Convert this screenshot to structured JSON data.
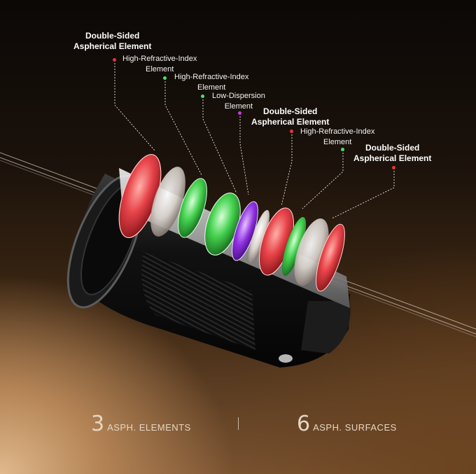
{
  "callouts": [
    {
      "id": "c1",
      "lines": [
        "Double-Sided",
        "Aspherical Element"
      ],
      "style": "bold",
      "dot_color": "#e8323c"
    },
    {
      "id": "c2",
      "lines": [
        "High-Refractive-Index",
        "Element"
      ],
      "style": "light",
      "dot_color": "#4ddc6a"
    },
    {
      "id": "c3",
      "lines": [
        "High-Refractive-Index",
        "Element"
      ],
      "style": "light",
      "dot_color": "#4ddc6a"
    },
    {
      "id": "c4",
      "lines": [
        "Low-Dispersion",
        "Element"
      ],
      "style": "light",
      "dot_color": "#4ddc6a"
    },
    {
      "id": "c5",
      "lines": [
        "Double-Sided",
        "Aspherical Element"
      ],
      "style": "bold",
      "dot_color": "#c43be0"
    },
    {
      "id": "c6",
      "lines": [
        "High-Refractive-Index",
        "Element"
      ],
      "style": "light",
      "dot_color": "#e8323c"
    },
    {
      "id": "c7",
      "lines": [
        "Double-Sided",
        "Aspherical Element"
      ],
      "style": "bold",
      "dot_color": "#4ddc6a"
    }
  ],
  "extra_dot_color": "#e8323c",
  "stats": {
    "left": {
      "number": "3",
      "label": "ASPH. ELEMENTS"
    },
    "right": {
      "number": "6",
      "label": "ASPH. SURFACES"
    }
  },
  "colors": {
    "lens_red": "#e0333a",
    "lens_green": "#3fcf4e",
    "lens_violet": "#8a2be2",
    "barrel": "#141414",
    "silver": "#c8c8c8"
  }
}
